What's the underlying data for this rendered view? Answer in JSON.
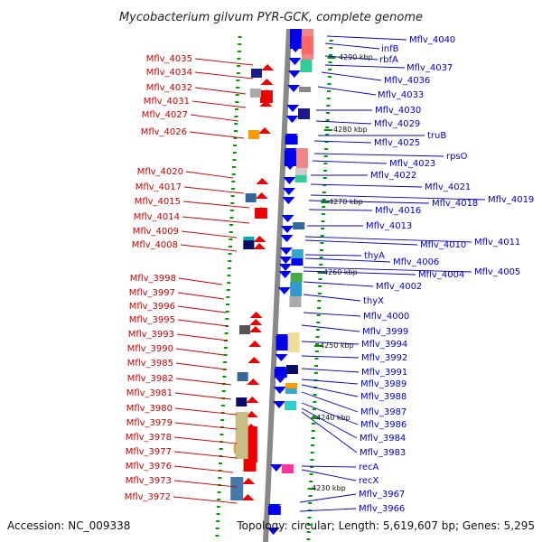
{
  "title": "Mycobacterium gilvum PYR-GCK, complete genome",
  "footer": {
    "accession": "Accession: NC_009338",
    "summary": "Topology: circular; Length: 5,619,607 bp; Genes: 5,295"
  },
  "kbp_marks": [
    "4290 kbp",
    "4280 kbp",
    "4270 kbp",
    "4260 kbp",
    "4250 kbp",
    "4240 kbp",
    "4230 kbp"
  ],
  "left_labels": [
    "Mflv_4035",
    "Mflv_4034",
    "Mflv_4032",
    "Mflv_4031",
    "Mflv_4027",
    "Mflv_4026",
    "Mflv_4020",
    "Mflv_4017",
    "Mflv_4015",
    "Mflv_4014",
    "Mflv_4009",
    "Mflv_4008",
    "Mflv_3998",
    "Mflv_3997",
    "Mflv_3996",
    "Mflv_3995",
    "Mflv_3993",
    "Mflv_3990",
    "Mflv_3985",
    "Mflv_3982",
    "Mflv_3981",
    "Mflv_3980",
    "Mflv_3979",
    "Mflv_3978",
    "Mflv_3977",
    "Mflv_3976",
    "Mflv_3973",
    "Mflv_3972"
  ],
  "right_labels": [
    "Mflv_4040",
    "infB",
    "rbfA",
    "Mflv_4037",
    "Mflv_4036",
    "Mflv_4033",
    "Mflv_4030",
    "Mflv_4029",
    "truB",
    "Mflv_4025",
    "rpsO",
    "Mflv_4023",
    "Mflv_4022",
    "Mflv_4021",
    "Mflv_4019",
    "Mflv_4018",
    "Mflv_4016",
    "Mflv_4013",
    "Mflv_4011",
    "Mflv_4010",
    "thyA",
    "Mflv_4006",
    "Mflv_4005",
    "Mflv_4004",
    "Mflv_4002",
    "thyX",
    "Mflv_4000",
    "Mflv_3999",
    "Mflv_3994",
    "Mflv_3992",
    "Mflv_3991",
    "Mflv_3989",
    "Mflv_3988",
    "Mflv_3987",
    "Mflv_3986",
    "Mflv_3984",
    "Mflv_3983",
    "recA",
    "recX",
    "Mflv_3967",
    "Mflv_3966"
  ],
  "colors": {
    "left_label": "#cc0000",
    "right_label": "#0000cc",
    "backbone": "#888888",
    "reverse_gene": "#0000ee",
    "forward_gene": "#ee0000",
    "tick": "#009900"
  }
}
